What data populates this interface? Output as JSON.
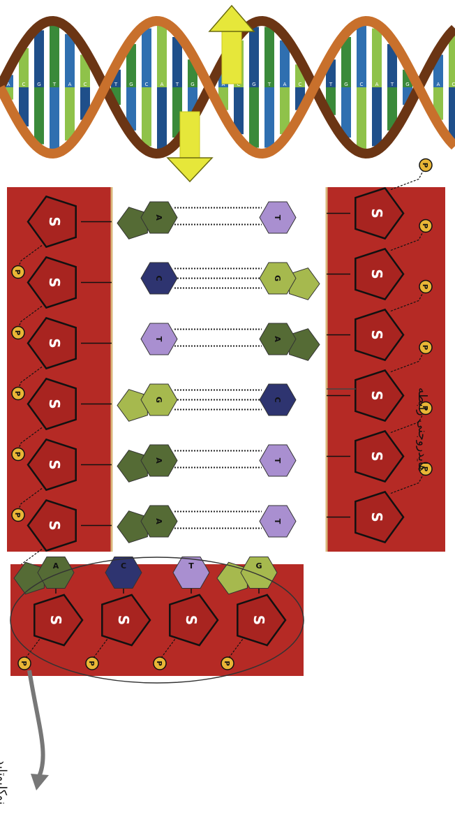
{
  "labels": {
    "hydrogen_bond": "هایدروجنی رابطه",
    "nucleotide": "نوکلیوتاید"
  },
  "sugar_symbol": "S",
  "phosphate_symbol": "P",
  "base_pairs": [
    {
      "left": "A",
      "right": "T"
    },
    {
      "left": "C",
      "right": "G"
    },
    {
      "left": "T",
      "right": "A"
    },
    {
      "left": "G",
      "right": "C"
    },
    {
      "left": "A",
      "right": "T"
    },
    {
      "left": "A",
      "right": "T"
    }
  ],
  "single_strand_bases": [
    "A",
    "C",
    "T",
    "G"
  ],
  "helix_letters": [
    "A",
    "C",
    "G",
    "T",
    "A",
    "C",
    "T",
    "G",
    "C",
    "A",
    "T",
    "G"
  ],
  "colors": {
    "backbone_red": "#b52a25",
    "adenine": "#556b35",
    "thymine": "#a98fd0",
    "guanine": "#a6b94e",
    "cytosine": "#2e3470",
    "phosphate": "#e9b636",
    "arrow_yellow": "#e6e73a",
    "helix_brown": "#8a4a1f"
  }
}
